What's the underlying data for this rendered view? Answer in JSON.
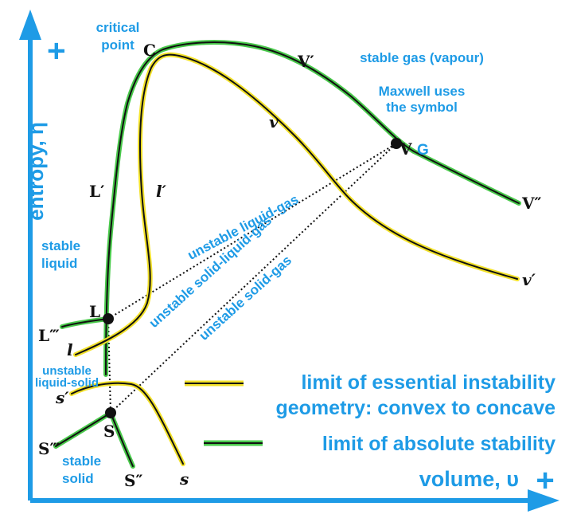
{
  "colors": {
    "axis": "#1e9be6",
    "label": "#1e9be6",
    "curve": "#111111",
    "instability": "#f2e12a",
    "stability": "#49c94b"
  },
  "axes": {
    "y_label": "entropy, η",
    "y_plus": "+",
    "x_label": "volume, υ",
    "x_plus": "+"
  },
  "regions": {
    "critical_point": [
      "critical",
      "point"
    ],
    "stable_gas": "stable gas (vapour)",
    "maxwell_note": [
      "Maxwell uses",
      "the symbol"
    ],
    "maxwell_symbol": "G",
    "stable_liquid": [
      "stable",
      "liquid"
    ],
    "unstable_liquid_solid": [
      "unstable",
      "liquid-solid"
    ],
    "stable_solid": [
      "stable",
      "solid"
    ],
    "unstable_liquid_gas": "unstable liquid-gas",
    "unstable_solid_liquid_gas": "unstable solid-liquid-gas",
    "unstable_solid_gas": "unstable solid-gas"
  },
  "point_labels": {
    "C": "C",
    "V_prime": "V′",
    "v": "v",
    "V": "V",
    "V_double": "V″",
    "v_prime": "v′",
    "L_prime": "L′",
    "l_prime": "l′",
    "L": "L",
    "L_triple": "L‴",
    "l": "l",
    "s_prime": "s′",
    "S": "S",
    "S_triple": "S‴",
    "S_double": "S″",
    "s": "s"
  },
  "legend": {
    "instability": [
      "limit of essential instability",
      "geometry: convex to concave"
    ],
    "stability": "limit of absolute stability"
  }
}
